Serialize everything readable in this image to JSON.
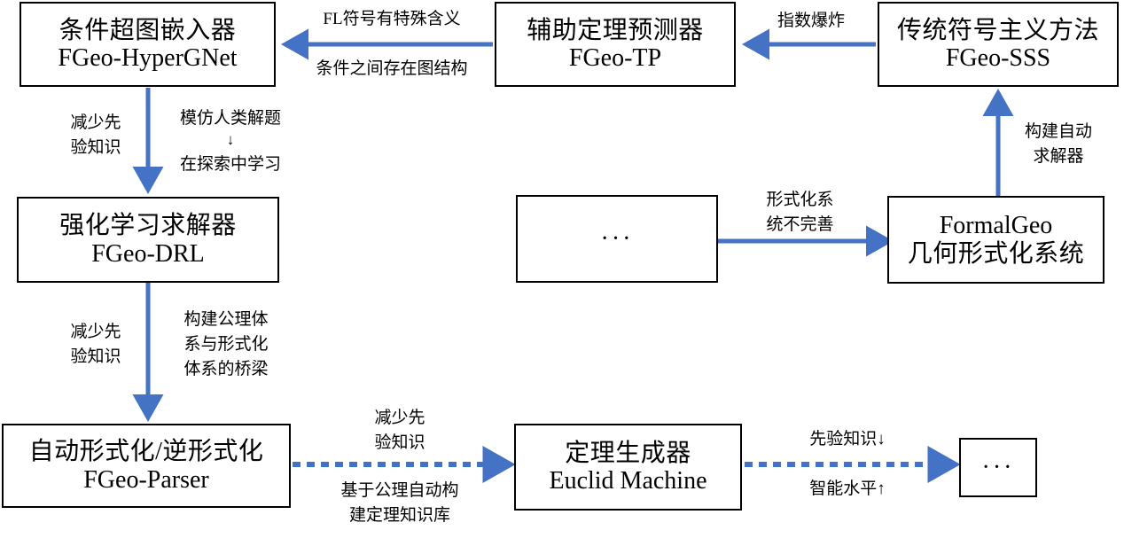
{
  "diagram": {
    "title": "FormalGeo geometry formalization research roadmap",
    "accent_color": "#4472C4",
    "border_color": "#000000",
    "background": "#ffffff",
    "nodes": [
      {
        "id": "hypergnet",
        "cn": "条件超图嵌入器",
        "en": "FGeo-HyperGNet"
      },
      {
        "id": "tp",
        "cn": "辅助定理预测器",
        "en": "FGeo-TP"
      },
      {
        "id": "sss",
        "cn": "传统符号主义方法",
        "en": "FGeo-SSS"
      },
      {
        "id": "drl",
        "cn": "强化学习求解器",
        "en": "FGeo-DRL"
      },
      {
        "id": "dots_mid",
        "cn": "",
        "en": "···"
      },
      {
        "id": "formalgeo",
        "cn": "几何形式化系统",
        "en": "FormalGeo"
      },
      {
        "id": "parser",
        "cn": "自动形式化/逆形式化",
        "en": "FGeo-Parser"
      },
      {
        "id": "euclid",
        "cn": "定理生成器",
        "en": "Euclid Machine"
      },
      {
        "id": "dots_end",
        "cn": "",
        "en": "···"
      }
    ],
    "edge_labels": [
      {
        "id": "sss_to_tp",
        "text": "指数爆炸"
      },
      {
        "id": "tp_to_hyper_top",
        "text": "FL符号有特殊含义"
      },
      {
        "id": "tp_to_hyper_bot",
        "text": "条件之间存在图结构"
      },
      {
        "id": "hyper_to_drl_left_l1",
        "text": "减少先"
      },
      {
        "id": "hyper_to_drl_left_l2",
        "text": "验知识"
      },
      {
        "id": "hyper_to_drl_right_l1",
        "text": "模仿人类解题"
      },
      {
        "id": "hyper_to_drl_right_arrow",
        "text": "↓"
      },
      {
        "id": "hyper_to_drl_right_l2",
        "text": "在探索中学习"
      },
      {
        "id": "formalgeo_to_sss_l1",
        "text": "构建自动"
      },
      {
        "id": "formalgeo_to_sss_l2",
        "text": "求解器"
      },
      {
        "id": "dots_to_formalgeo_l1",
        "text": "形式化系"
      },
      {
        "id": "dots_to_formalgeo_l2",
        "text": "统不完善"
      },
      {
        "id": "drl_to_parser_left_l1",
        "text": "减少先"
      },
      {
        "id": "drl_to_parser_left_l2",
        "text": "验知识"
      },
      {
        "id": "drl_to_parser_right_l1",
        "text": "构建公理体"
      },
      {
        "id": "drl_to_parser_right_l2",
        "text": "系与形式化"
      },
      {
        "id": "drl_to_parser_right_l3",
        "text": "体系的桥梁"
      },
      {
        "id": "parser_to_euclid_top_l1",
        "text": "减少先"
      },
      {
        "id": "parser_to_euclid_top_l2",
        "text": "验知识"
      },
      {
        "id": "parser_to_euclid_bot_l1",
        "text": "基于公理自动构"
      },
      {
        "id": "parser_to_euclid_bot_l2",
        "text": "建定理知识库"
      },
      {
        "id": "euclid_to_dots_top",
        "text": "先验知识↓"
      },
      {
        "id": "euclid_to_dots_bot",
        "text": "智能水平↑"
      }
    ]
  }
}
